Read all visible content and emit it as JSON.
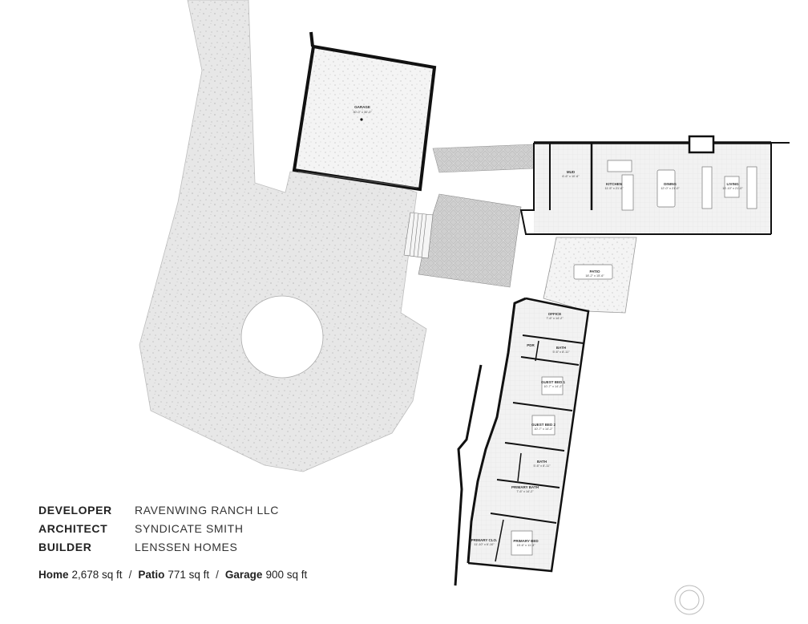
{
  "credits": [
    {
      "role": "DEVELOPER",
      "name": "RAVENWING RANCH LLC"
    },
    {
      "role": "ARCHITECT",
      "name": "SYNDICATE SMITH"
    },
    {
      "role": "BUILDER",
      "name": "LENSSEN HOMES"
    }
  ],
  "areas": {
    "home_label": "Home",
    "home_value": "2,678 sq ft",
    "patio_label": "Patio",
    "patio_value": "771 sq ft",
    "garage_label": "Garage",
    "garage_value": "900 sq ft",
    "separator": "/"
  },
  "rooms": {
    "garage": {
      "label": "GARAGE",
      "dim": "30'-0\" x 30'-0\""
    },
    "mud": {
      "label": "MUD",
      "dim": "6'-6\" x 10'-6\""
    },
    "kitchen": {
      "label": "KITCHEN",
      "dim": "11'-5\" x 21'-6\""
    },
    "dining": {
      "label": "DINING",
      "dim": "12'-0\" x 21'-0\""
    },
    "living": {
      "label": "LIVING",
      "dim": "15'-10\" x 21'-0\""
    },
    "patio": {
      "label": "PATIO",
      "dim": "18'-2\" x 15'-6\""
    },
    "office": {
      "label": "OFFICE",
      "dim": "7'-6\" x 14'-2\""
    },
    "pdr": {
      "label": "PDR",
      "dim": ""
    },
    "bath1": {
      "label": "BATH",
      "dim": "5'-6\" x 8'-11\""
    },
    "guest1": {
      "label": "GUEST BED 1",
      "dim": "10'-7\" x 14'-2\""
    },
    "guest2": {
      "label": "GUEST BED 2",
      "dim": "10'-7\" x 14'-2\""
    },
    "bath2": {
      "label": "BATH",
      "dim": "5'-6\" x 8'-11\""
    },
    "primary_bath": {
      "label": "PRIMARY BATH",
      "dim": "7'-6\" x 14'-2\""
    },
    "primary_clo": {
      "label": "PRIMARY CLO.",
      "dim": "11'-10\" x 6'-10\""
    },
    "primary_bed": {
      "label": "PRIMARY BED",
      "dim": "15'-6\" x 11'-3\""
    }
  },
  "colors": {
    "ground": "#e6e6e6",
    "paver": "#dadada",
    "wall": "#111111",
    "line": "#666666"
  }
}
